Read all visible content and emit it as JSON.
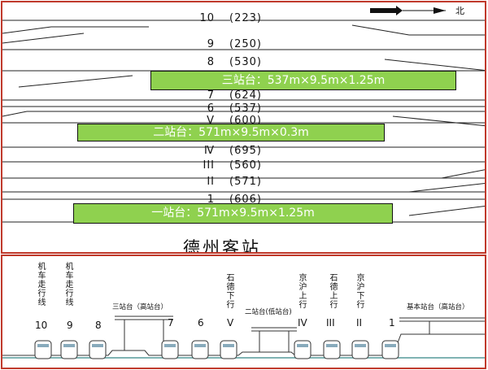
{
  "top_plan": {
    "north_mark": "北",
    "tracks": [
      {
        "id": "10",
        "count": "(223)"
      },
      {
        "id": "9",
        "count": "(250)"
      },
      {
        "id": "8",
        "count": "(530)"
      },
      {
        "id": "7",
        "count": "(624)"
      },
      {
        "id": "6",
        "count": "(537)"
      },
      {
        "id": "V",
        "count": "(600)"
      },
      {
        "id": "Ⅳ",
        "count": "(695)"
      },
      {
        "id": "III",
        "count": "(560)"
      },
      {
        "id": "II",
        "count": "(571)"
      },
      {
        "id": "1",
        "count": "(606)"
      }
    ],
    "platforms": [
      {
        "label": "三站台：537m×9.5m×1.25m"
      },
      {
        "label": "二站台：571m×9.5m×0.3m"
      },
      {
        "label": "一站台：571m×9.5m×1.25m"
      }
    ],
    "station_name": "德州客站"
  },
  "section": {
    "track_labels": [
      {
        "vertical": "机车走行线",
        "number": "10"
      },
      {
        "vertical": "机车走行线",
        "number": "9"
      },
      {
        "vertical": "",
        "number": "8"
      },
      {
        "vertical": "",
        "number": "7"
      },
      {
        "vertical": "",
        "number": "6"
      },
      {
        "vertical": "石德下行",
        "number": "V"
      },
      {
        "vertical": "京沪上行",
        "number": "IV"
      },
      {
        "vertical": "石德上行",
        "number": "III"
      },
      {
        "vertical": "京沪下行",
        "number": "II"
      },
      {
        "vertical": "",
        "number": "1"
      }
    ],
    "platform_labels": {
      "third": "三站台（高站台）",
      "second": "二站台(低站台)",
      "basic": "基本站台（高站台）"
    }
  },
  "colors": {
    "platform": "#8fd14f",
    "border": "#c0392b"
  }
}
